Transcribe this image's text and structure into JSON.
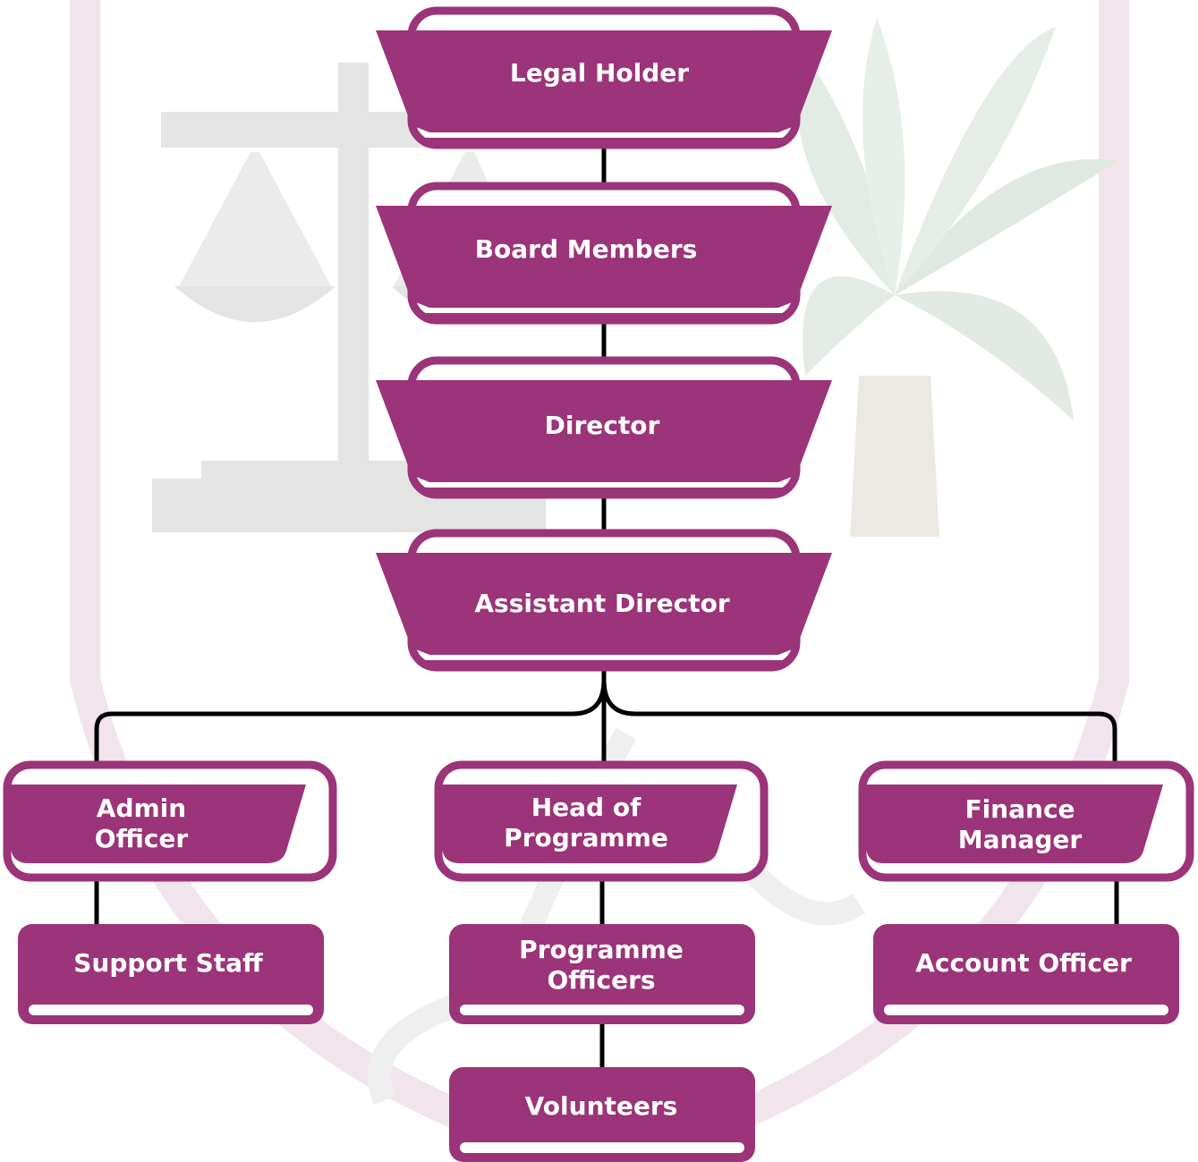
{
  "colors": {
    "box": "#9b3478",
    "connector": "#000000",
    "background_emblem": "#e6e6e6",
    "background_emblem_tint": "#f0dce6"
  },
  "watermark": {
    "icons": [
      "scales-of-justice-icon",
      "palm-tree-icon",
      "emblem-ring"
    ]
  },
  "chart": {
    "nodes": {
      "legal_holder": "Legal Holder",
      "board_members": "Board Members",
      "director": "Director",
      "assistant_director": "Assistant Director",
      "admin_officer": "Admin\nOfficer",
      "head_of_programme": "Head of\nProgramme",
      "finance_manager": "Finance\nManager",
      "support_staff": "Support Staff",
      "programme_officers": "Programme\nOfficers",
      "account_officer": "Account Officer",
      "volunteers": "Volunteers"
    },
    "edges": [
      [
        "legal_holder",
        "board_members"
      ],
      [
        "board_members",
        "director"
      ],
      [
        "director",
        "assistant_director"
      ],
      [
        "assistant_director",
        "admin_officer"
      ],
      [
        "assistant_director",
        "head_of_programme"
      ],
      [
        "assistant_director",
        "finance_manager"
      ],
      [
        "admin_officer",
        "support_staff"
      ],
      [
        "head_of_programme",
        "programme_officers"
      ],
      [
        "programme_officers",
        "volunteers"
      ],
      [
        "finance_manager",
        "account_officer"
      ]
    ]
  }
}
